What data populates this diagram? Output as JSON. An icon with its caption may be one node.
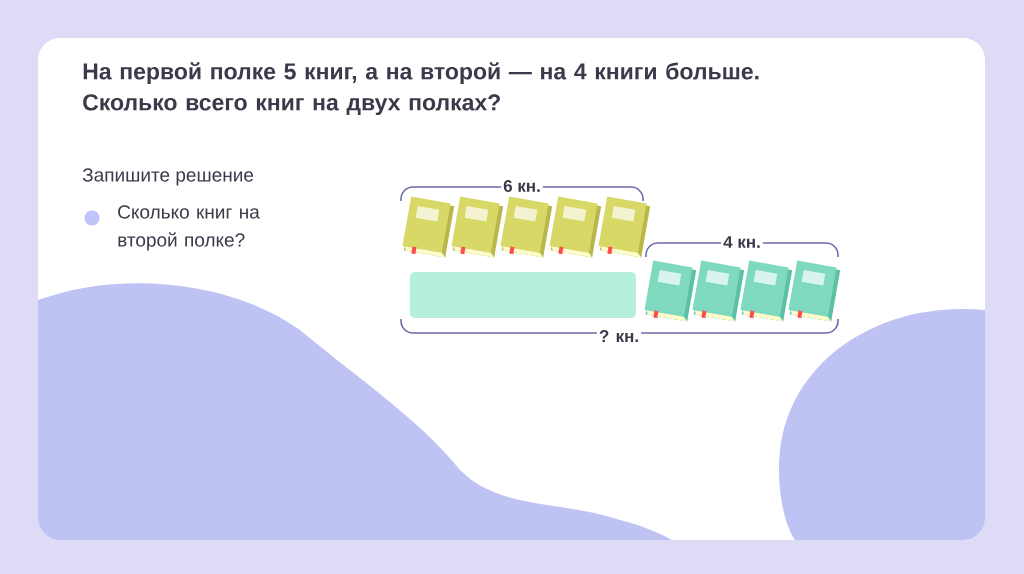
{
  "diagram": {
    "title": "На первой полке 5 книг, а на второй — на 4 книги больше. Сколько всего книг на двух полках?",
    "labels": [
      "Запишите решение",
      "Сколько книг на второй полке?",
      "6 кн.",
      "4 кн.",
      "? кн."
    ]
  }
}
